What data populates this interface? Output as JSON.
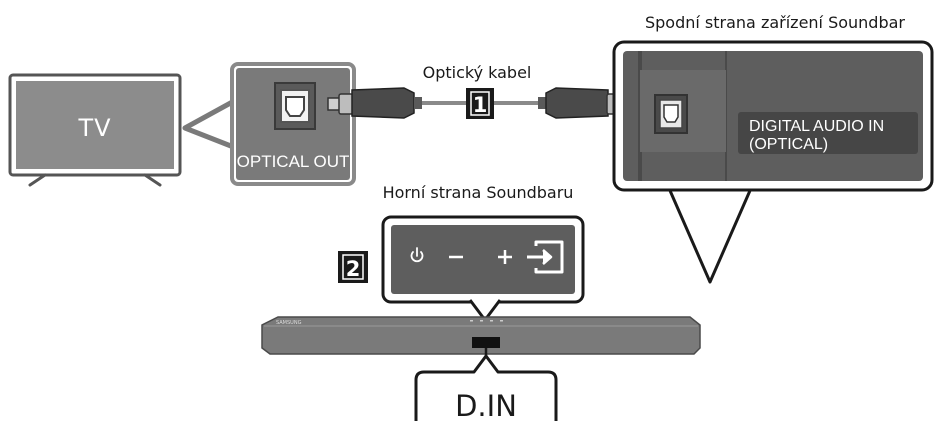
{
  "tv": {
    "label": "TV"
  },
  "tv_port": {
    "label": "OPTICAL OUT"
  },
  "cable": {
    "label": "Optický kabel",
    "step": "1"
  },
  "soundbar_bottom": {
    "title": "Spodní strana zařízení Soundbar",
    "port_label_line1": "DIGITAL AUDIO IN",
    "port_label_line2": "(OPTICAL)"
  },
  "soundbar_top": {
    "title": "Horní strana Soundbaru",
    "step": "2"
  },
  "display": {
    "label": "D.IN"
  },
  "brand": {
    "logo_text": "SAMSUNG"
  },
  "icons": [
    "power-icon",
    "minus-icon",
    "plus-icon",
    "source-input-icon"
  ]
}
